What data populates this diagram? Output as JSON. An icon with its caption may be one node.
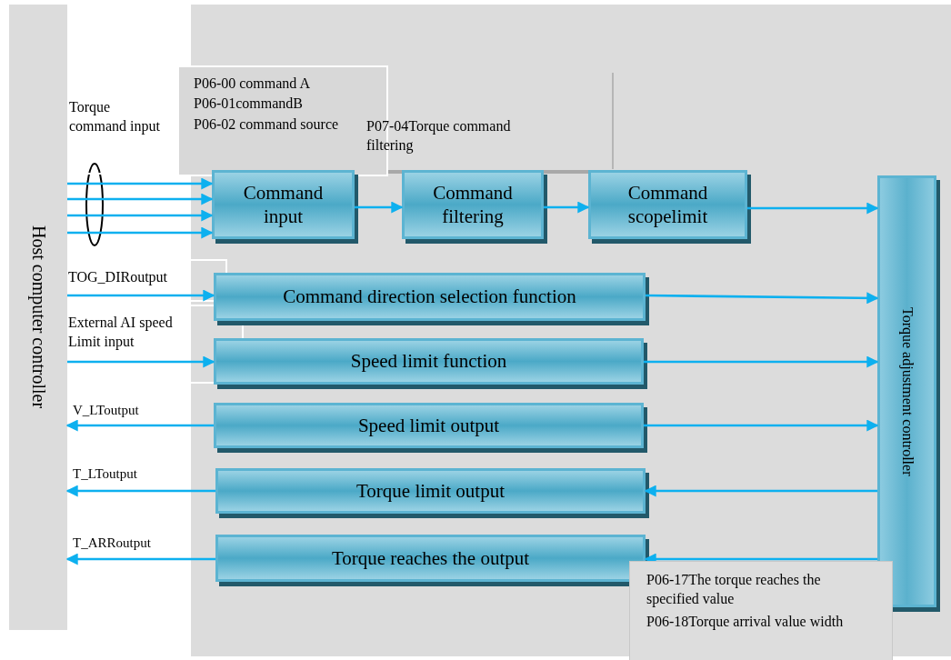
{
  "diagram": {
    "nodes": [
      {
        "text": [
          "Host computer controller"
        ]
      },
      {
        "text": [
          "Torque adjustment controller"
        ]
      },
      {
        "text": [
          "Command input"
        ]
      },
      {
        "text": [
          "Command filtering"
        ]
      },
      {
        "text": [
          "Command scopelimit"
        ]
      },
      {
        "text": [
          "Command direction selection function"
        ]
      },
      {
        "text": [
          "Speed limit function"
        ]
      },
      {
        "text": [
          "Speed limit output"
        ]
      },
      {
        "text": [
          "Torque limit output"
        ]
      },
      {
        "text": [
          "Torque reaches the output"
        ]
      }
    ],
    "edges": [
      {
        "from": 0,
        "to": 2,
        "arrow": "to"
      },
      {
        "from": 0,
        "to": 2,
        "arrow": "to"
      },
      {
        "from": 0,
        "to": 2,
        "arrow": "to"
      },
      {
        "from": 0,
        "to": 2,
        "arrow": "to"
      },
      {
        "from": 2,
        "to": 3,
        "arrow": "to"
      },
      {
        "from": 3,
        "to": 4,
        "arrow": "to"
      },
      {
        "from": 4,
        "to": 1,
        "arrow": "to"
      },
      {
        "from": 0,
        "to": 5,
        "arrow": "to"
      },
      {
        "from": 5,
        "to": 1,
        "arrow": "to"
      },
      {
        "from": 0,
        "to": 6,
        "arrow": "to"
      },
      {
        "from": 6,
        "to": 1,
        "arrow": "to"
      },
      {
        "from": 7,
        "to": 0,
        "arrow": "to"
      },
      {
        "from": 7,
        "to": 1,
        "arrow": "to"
      },
      {
        "from": 8,
        "to": 0,
        "arrow": "to"
      },
      {
        "from": 1,
        "to": 8,
        "arrow": "to"
      },
      {
        "from": 9,
        "to": 0,
        "arrow": "to"
      },
      {
        "from": 1,
        "to": 9,
        "arrow": "to"
      }
    ],
    "labels": [
      "Torque command input",
      "P06-00 command A",
      "P06-01commandB",
      "P06-02 command source",
      "P07-04Torque command filtering",
      "TOG_DIRoutput",
      "External AI speed Limit input",
      "V_LToutput",
      "T_LToutput",
      "T_ARRoutput",
      "P06-17The torque reaches the specified value",
      "P06-18Torque arrival value width"
    ]
  }
}
